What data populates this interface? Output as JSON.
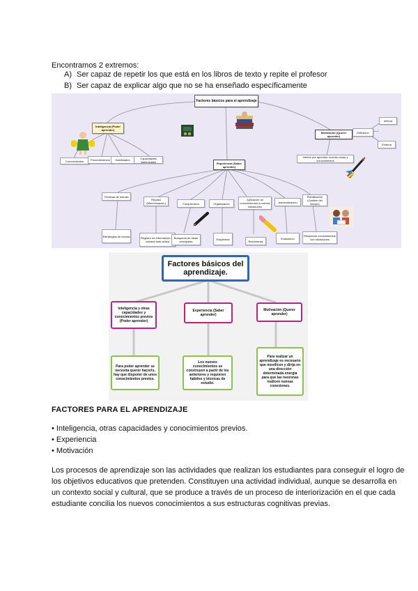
{
  "intro": "Encontramos 2 extremos:",
  "list": [
    {
      "marker": "A)",
      "text": "Ser capaz de repetir los que está en los libros de texto y repite el profesor"
    },
    {
      "marker": "B)",
      "text": "Ser capaz de explicar algo que no se ha enseñado específicamente"
    }
  ],
  "map1": {
    "title": "Factores básicos para el aprendizaje",
    "inteligencia": "Inteligencia (Poder aprender)",
    "experiencia": "Experiencia (Saber aprender)",
    "motivacion": "Motivación (Querer aprender)",
    "s1": "Conocimientos",
    "s2": "Procedimientos",
    "s3": "Habilidades",
    "s4": "Capacidades intelectuales",
    "m1": "Definición",
    "m2": "Interna",
    "m3": "Externa",
    "m4": "Interés por aprender nuevas cosas y conocimientos",
    "e1": "Técnicas de estudio",
    "e2": "Repaso (Memorización)",
    "e3": "Comprensión",
    "e4": "Organización",
    "e5": "Aplicación de conocimientos a nuevas situaciones",
    "e6": "Autoevaluación",
    "e7": "Planificación (Gestión del tiempo)",
    "f1": "Estrategias de lectura",
    "f2": "Registro de información de manera más activa",
    "f3": "Búsqueda de ideas principales",
    "f4": "Esquemas",
    "f5": "Resúmenes",
    "f6": "Evaluación",
    "f7": "Relacionar conocimientos con situaciones"
  },
  "map2": {
    "title": "Factores básicos del aprendizaje.",
    "b1": "Inteligencia y otras capacidades y conocimientos previos (Poder aprender)",
    "b2": "Experiencia (Saber aprender)",
    "b3": "Motivación (Querer aprender)",
    "d1": "Para poder aprender se necesita querer hacerlo, hay que disponer de unos conocimientos previos.",
    "d2": "Los nuevos conocimientos se construyen a partir de los anteriores y requieren hábitos y técnicas de estudio.",
    "d3": "Para realizar un aprendizaje es necesario que movilicen y dirija en una dirección determinada energía para que las neuronas realicen nuevas conexiones."
  },
  "heading": "FACTORES PARA EL APRENDIZAJE",
  "bullets": [
    "• Inteligencia, otras capacidades y conocimientos previos.",
    "• Experiencia",
    "• Motivación"
  ],
  "paragraph": "Los procesos de aprendizaje son las actividades que realizan los estudiantes para conseguir el logro de los objetivos educativos que pretenden. Constituyen una actividad individual, aunque se desarrolla en un contexto social y cultural, que se produce a través de un proceso de interiorización en el que cada estudiante concilia los nuevos conocimientos a sus estructuras cognitivas previas.",
  "colors": {
    "map2_top": "#2a69b0",
    "map2_mid": "#c2207e",
    "map2_bottom": "#8bc34a"
  }
}
